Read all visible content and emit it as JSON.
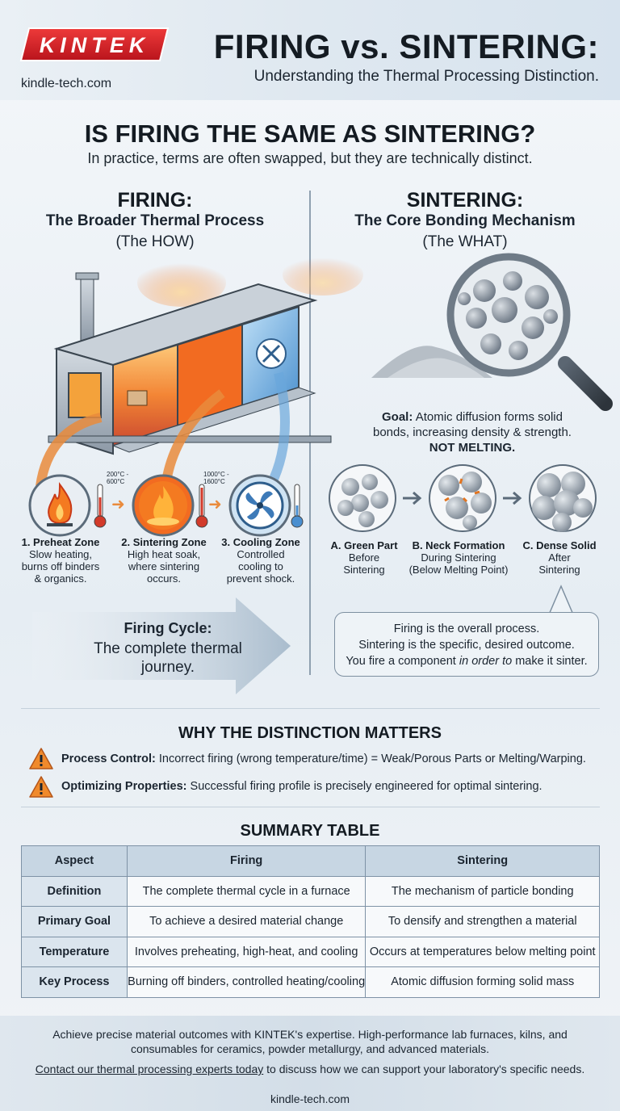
{
  "header": {
    "brand": "KINTEK",
    "site": "kindle-tech.com",
    "title": "FIRING vs. SINTERING:",
    "subtitle": "Understanding the Thermal Processing Distinction."
  },
  "question": {
    "title": "IS FIRING THE SAME AS SINTERING?",
    "subtitle": "In practice, terms are often swapped, but they are technically distinct."
  },
  "firing": {
    "title": "FIRING:",
    "subtitle": "The Broader Thermal Process",
    "paren": "(The HOW)",
    "zones": [
      {
        "title": "1. Preheat Zone",
        "desc": [
          "Slow heating,",
          "burns off binders",
          "& organics."
        ]
      },
      {
        "title": "2. Sintering Zone",
        "desc": [
          "High heat soak,",
          "where sintering",
          "occurs."
        ]
      },
      {
        "title": "3. Cooling Zone",
        "desc": [
          "Controlled",
          "cooling to",
          "prevent shock."
        ]
      }
    ],
    "temps": [
      [
        "200°C -",
        "600°C"
      ],
      [
        "1000°C -",
        "1600°C"
      ]
    ],
    "cycle_title": "Firing Cycle:",
    "cycle_desc": "The complete thermal journey."
  },
  "sintering": {
    "title": "SINTERING:",
    "subtitle": "The Core Bonding Mechanism",
    "paren": "(The WHAT)",
    "goal_label": "Goal:",
    "goal_text": "Atomic diffusion forms solid",
    "goal_text2": "bonds, increasing density & strength.",
    "goal_emphasis": "NOT MELTING.",
    "stages": [
      {
        "title": "A. Green Part",
        "desc": [
          "Before",
          "Sintering"
        ]
      },
      {
        "title": "B. Neck Formation",
        "desc": [
          "During Sintering",
          "(Below Melting Point)"
        ]
      },
      {
        "title": "C. Dense Solid",
        "desc": [
          "After",
          "Sintering"
        ]
      }
    ],
    "callout_line1": "Firing is the overall process.",
    "callout_line2": "Sintering is the specific, desired outcome.",
    "callout_line3_a": "You fire a component ",
    "callout_line3_em": "in order to",
    "callout_line3_b": " make it sinter."
  },
  "why": {
    "title": "WHY THE DISTINCTION MATTERS",
    "items": [
      {
        "label": "Process Control:",
        "text": " Incorrect firing (wrong temperature/time) = Weak/Porous Parts or Melting/Warping."
      },
      {
        "label": "Optimizing Properties:",
        "text": " Successful firing profile is precisely engineered for optimal sintering."
      }
    ]
  },
  "table": {
    "title": "SUMMARY TABLE",
    "headers": [
      "Aspect",
      "Firing",
      "Sintering"
    ],
    "rows": [
      [
        "Definition",
        "The complete thermal cycle in a furnace",
        "The mechanism of particle bonding"
      ],
      [
        "Primary Goal",
        "To achieve a desired material change",
        "To densify and strengthen a material"
      ],
      [
        "Temperature",
        "Involves preheating, high-heat, and cooling",
        "Occurs at temperatures below melting point"
      ],
      [
        "Key Process",
        "Burning off binders, controlled heating/cooling",
        "Atomic diffusion forming solid mass"
      ]
    ]
  },
  "footer": {
    "line1": "Achieve precise material outcomes with KINTEK's expertise. High-performance lab furnaces, kilns, and consumables for ceramics, powder metallurgy, and advanced materials.",
    "cta_link": "Contact our thermal processing experts today",
    "cta_rest": " to discuss how we can support your laboratory's specific needs.",
    "site": "kindle-tech.com"
  },
  "colors": {
    "brand_red": "#d8232a",
    "warning_orange": "#f08a2c",
    "heat_orange": "#f26b21",
    "cool_blue": "#4a8fd0",
    "table_header": "#c7d6e3"
  }
}
